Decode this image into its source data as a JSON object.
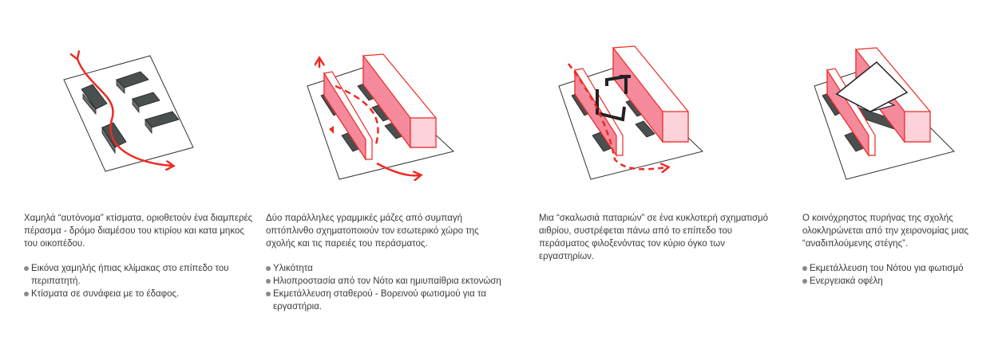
{
  "colors": {
    "accent": "#ee2a24",
    "mass_fill": "#f58a9c",
    "mass_light": "#fcd3da",
    "dark_block": "#4a4f4f"
  },
  "panels": [
    {
      "description": "Χαμηλά “αυτόνομα” κτίσματα, οριοθετούν ένα διαμπερές πέρασμα - δρόμο διαμέσου του κτιρίου και κατα μηκος του οικοπέδου.",
      "bullets": [
        "Εικόνα χαμηλής ήπιας κλίμακας στο επίπεδο του περιπατητή.",
        "Κτίσματα σε συνάφεια με το έδαφος."
      ]
    },
    {
      "description": "Δύο παράλληλες γραμμικές μάζες από συμπαγή οπτόπλινθο σχηματοποιούν τον εσωτερικό χώρο της σχολής και τις παρειές του περάσματος.",
      "bullets": [
        "Υλικότητα",
        "Ηλιοπροστασία από τον Νότο και ημιυπαίθρια εκτονώση",
        "Εκμετάλλευση  σταθερού - Βορεινού φωτισμού για τα εργαστήρια."
      ]
    },
    {
      "description": "Μια “σκαλωσιά παταριών” σε ένα κυκλοτερή σχηματισμό αιθρίου, συστρέφεται πάνω από το επίπεδο του περάσματος φιλοξενόντας τον κύριο όγκο των εργαστηρίων.",
      "bullets": []
    },
    {
      "description": "Ο κοινόχρηστος πυρήνας της σχολής ολοκληρώνεται από την χειρονομίας μιας “αναδιπλούμενης στέγης”.",
      "bullets": [
        "Εκμετάλλευση του Νότου για φωτισμό",
        "Ενεργειακά οφέλη"
      ]
    }
  ]
}
